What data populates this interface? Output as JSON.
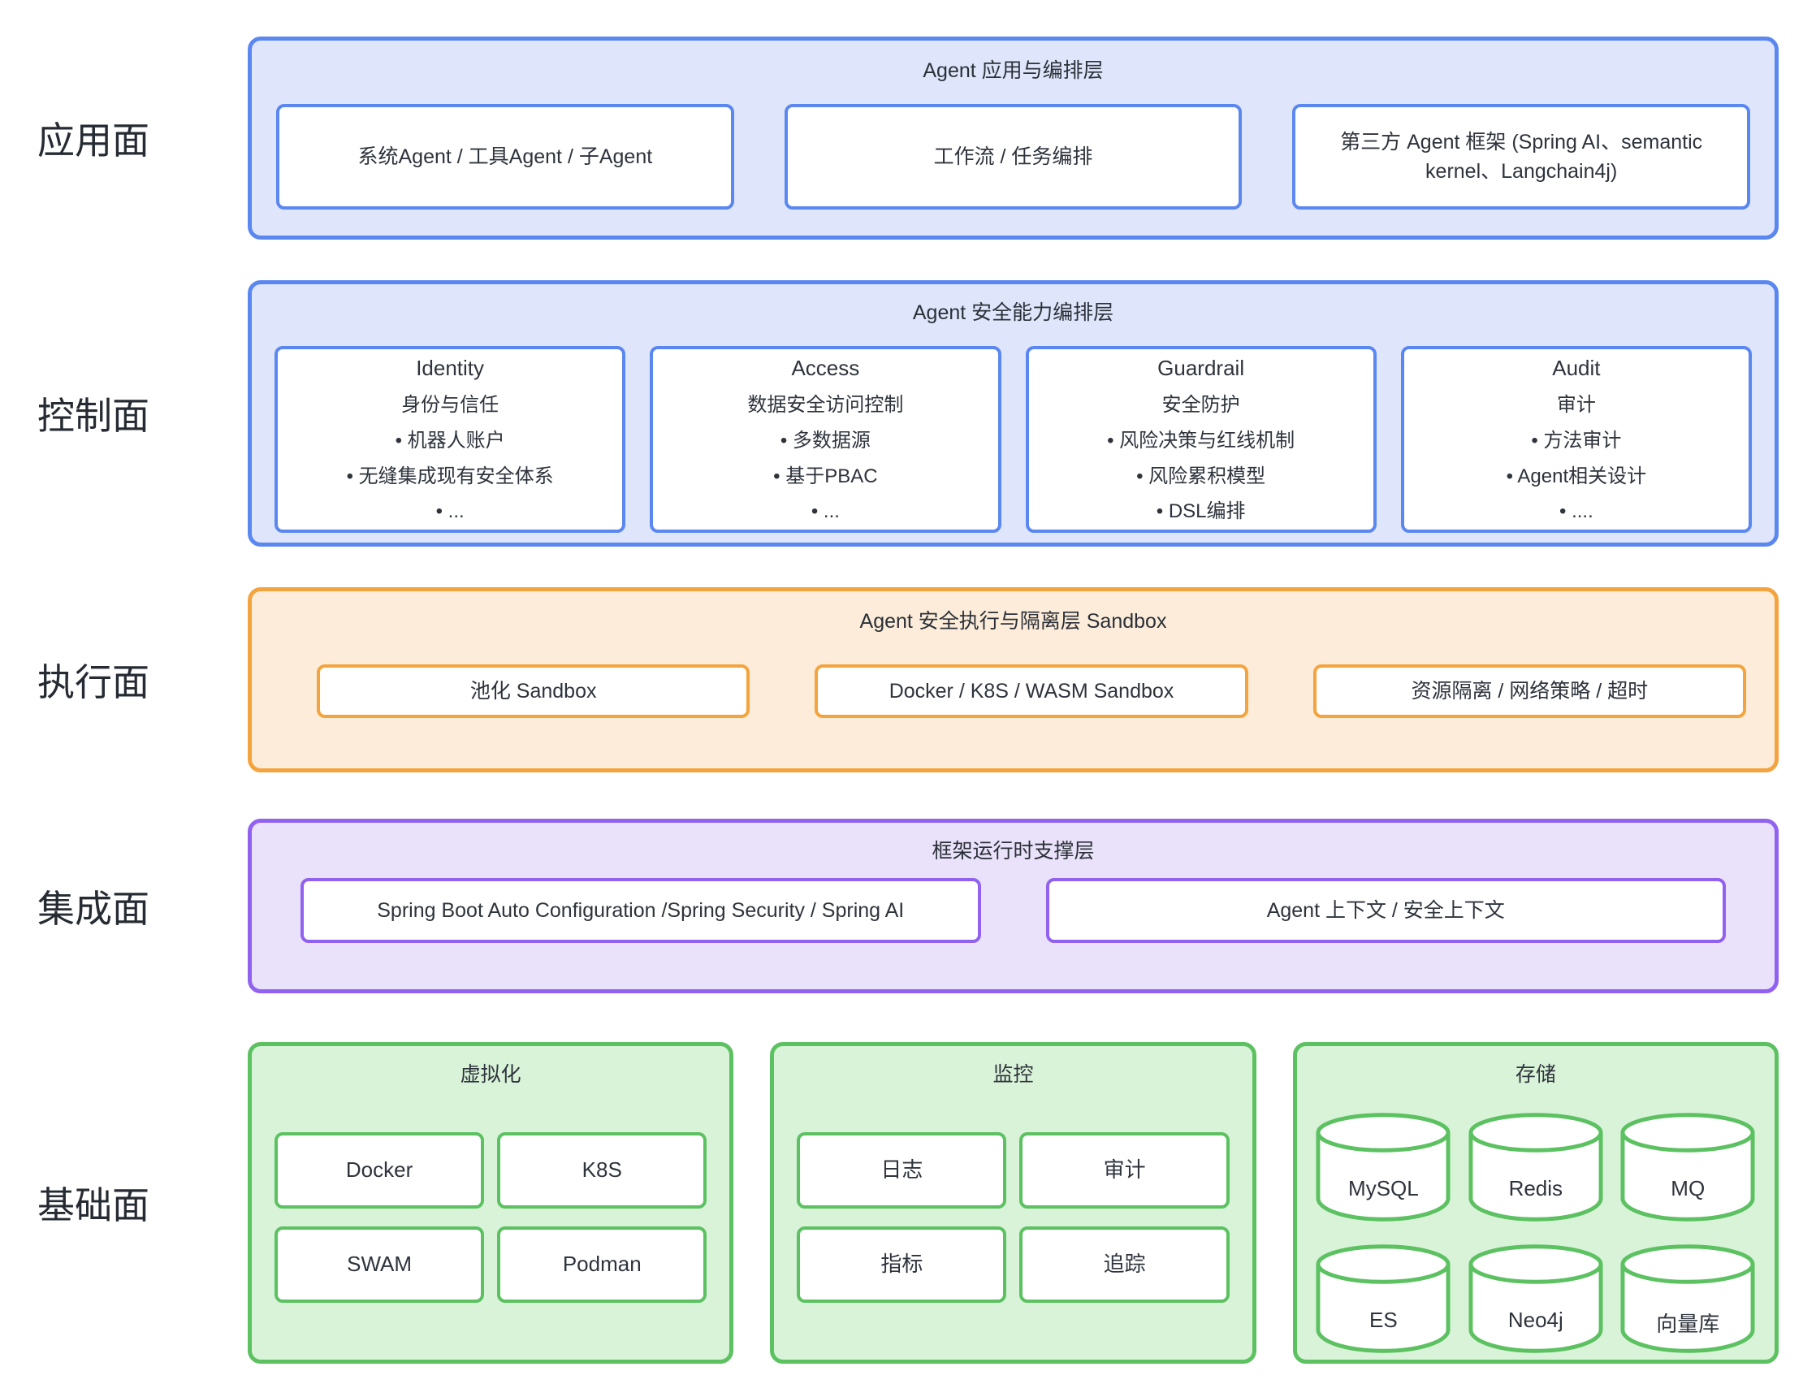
{
  "colors": {
    "blue_border": "#5b87f0",
    "blue_fill": "#dfe6fb",
    "orange_border": "#f3a43f",
    "orange_fill": "#fcecd9",
    "purple_border": "#9161f0",
    "purple_fill": "#eae2fa",
    "green_border": "#5cc161",
    "green_fill": "#d9f3d9",
    "text": "#2e333c"
  },
  "planes": [
    "应用面",
    "控制面",
    "执行面",
    "集成面",
    "基础面"
  ],
  "layers": {
    "app": {
      "title": "Agent 应用与编排层",
      "boxes": [
        "系统Agent / 工具Agent / 子Agent",
        "工作流 / 任务编排",
        "第三方 Agent 框架 (Spring AI、semantic kernel、Langchain4j)"
      ]
    },
    "control": {
      "title": "Agent 安全能力编排层",
      "cards": [
        {
          "title": "Identity",
          "subtitle": "身份与信任",
          "bullets": [
            "机器人账户",
            "无缝集成现有安全体系",
            "..."
          ]
        },
        {
          "title": "Access",
          "subtitle": "数据安全访问控制",
          "bullets": [
            "多数据源",
            "基于PBAC",
            "..."
          ]
        },
        {
          "title": "Guardrail",
          "subtitle": "安全防护",
          "bullets": [
            "风险决策与红线机制",
            "风险累积模型",
            "DSL编排"
          ]
        },
        {
          "title": "Audit",
          "subtitle": "审计",
          "bullets": [
            "方法审计",
            "Agent相关设计",
            "...."
          ]
        }
      ]
    },
    "execution": {
      "title": "Agent 安全执行与隔离层 Sandbox",
      "boxes": [
        "池化 Sandbox",
        "Docker / K8S / WASM Sandbox",
        "资源隔离 / 网络策略 / 超时"
      ]
    },
    "integration": {
      "title": "框架运行时支撑层",
      "boxes": [
        "Spring Boot Auto Configuration /Spring Security / Spring AI",
        "Agent 上下文 / 安全上下文"
      ]
    },
    "foundation": {
      "groups": [
        {
          "title": "虚拟化",
          "items": [
            "Docker",
            "K8S",
            "SWAM",
            "Podman"
          ]
        },
        {
          "title": "监控",
          "items": [
            "日志",
            "审计",
            "指标",
            "追踪"
          ]
        },
        {
          "title": "存储",
          "items": [
            "MySQL",
            "Redis",
            "MQ",
            "ES",
            "Neo4j",
            "向量库"
          ]
        }
      ]
    }
  }
}
